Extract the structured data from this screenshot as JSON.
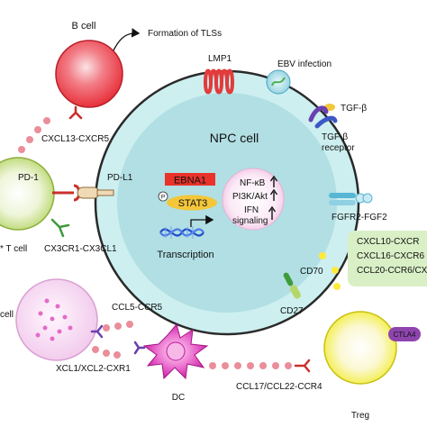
{
  "labels": {
    "b_cell": "B cell",
    "formation_tls": "Formation of TLSs",
    "lmp1": "LMP1",
    "ebv_infection": "EBV infection",
    "tgf_beta": "TGF-β",
    "tgf_beta_receptor_l1": "TGF-β",
    "tgf_beta_receptor_l2": "receptor",
    "cxcl13_cxcr5": "CXCL13-CXCR5",
    "npc_cell": "NPC cell",
    "pd1": "PD-1",
    "pdl1": "PD-L1",
    "ebna1": "EBNA1",
    "stat3": "STAT3",
    "p_symbol": "P",
    "transcription": "Transcription",
    "nfkb": "NF-κB",
    "pi3k_akt": "PI3K/Akt",
    "ifn_l1": "IFN",
    "ifn_l2": "signaling",
    "fgfr2_fgf2": "FGFR2-FGF2",
    "t_cell": "* T cell",
    "cx3cr1_cx3cl1": "CX3CR1-CX3CL1",
    "chemokines": [
      "CXCL10-CXCR",
      "CXCL16-CXCR6",
      "CCL20-CCR6/CXC"
    ],
    "cd70": "CD70",
    "cd27": "CD27",
    "ctla4": "CTLA4",
    "cell_fragment": "cell",
    "ccl5_ccr5": "CCL5-CCR5",
    "xcl_cxr1": "XCL1/XCL2-CXR1",
    "dc": "DC",
    "ccl17_ccl22_ccr4": "CCL17/CCL22-CCR4",
    "treg": "Treg"
  },
  "colors": {
    "npc_outer": "#cdeff0",
    "npc_inner": "#b1dfe3",
    "npc_border": "#2a2a2a",
    "b_cell": "#e8323c",
    "t_cell": "#b7d66a",
    "nk_cell": "#f1c8ec",
    "dc": "#d92bb0",
    "treg": "#f2ed3a",
    "ebna1_bg": "#e8322a",
    "stat3_bg": "#f4c63a",
    "chemokine_box": "#d9efc6",
    "pathway_circle": "#f6d9ef",
    "dotted_pink": "#e98e9a",
    "dotted_yellow": "#ffea3a",
    "receptor_red": "#c9302c",
    "ctla4_bg": "#8e44ad"
  }
}
